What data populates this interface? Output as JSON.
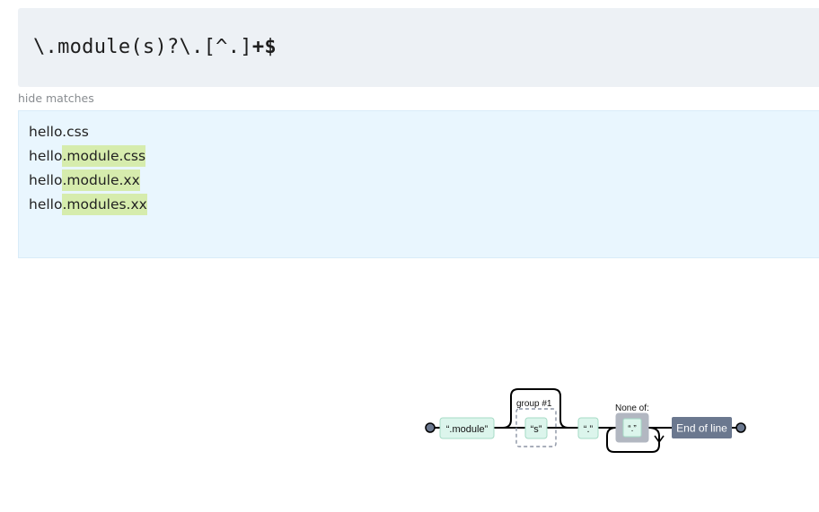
{
  "regex": {
    "parts": [
      "\\.module(s)?\\.[^.]",
      "+$"
    ]
  },
  "toggle_label": "hide matches",
  "matches": [
    {
      "prefix": "hello.css",
      "match": ""
    },
    {
      "prefix": "hello",
      "match": ".module.css"
    },
    {
      "prefix": "hello",
      "match": ".module.xx"
    },
    {
      "prefix": "hello",
      "match": ".modules.xx"
    }
  ],
  "diagram": {
    "literal_module": "“.module”",
    "group_label": "group #1",
    "literal_s": "“s”",
    "literal_dot": "“.”",
    "none_of_label": "None of:",
    "none_of_item": "“.”",
    "end_label": "End of line",
    "colors": {
      "literal_fill": "#dcf5ec",
      "literal_stroke": "#a6dbc6",
      "charset_fill": "#b2b7c1",
      "end_fill": "#6b788f",
      "path": "#000000"
    }
  }
}
